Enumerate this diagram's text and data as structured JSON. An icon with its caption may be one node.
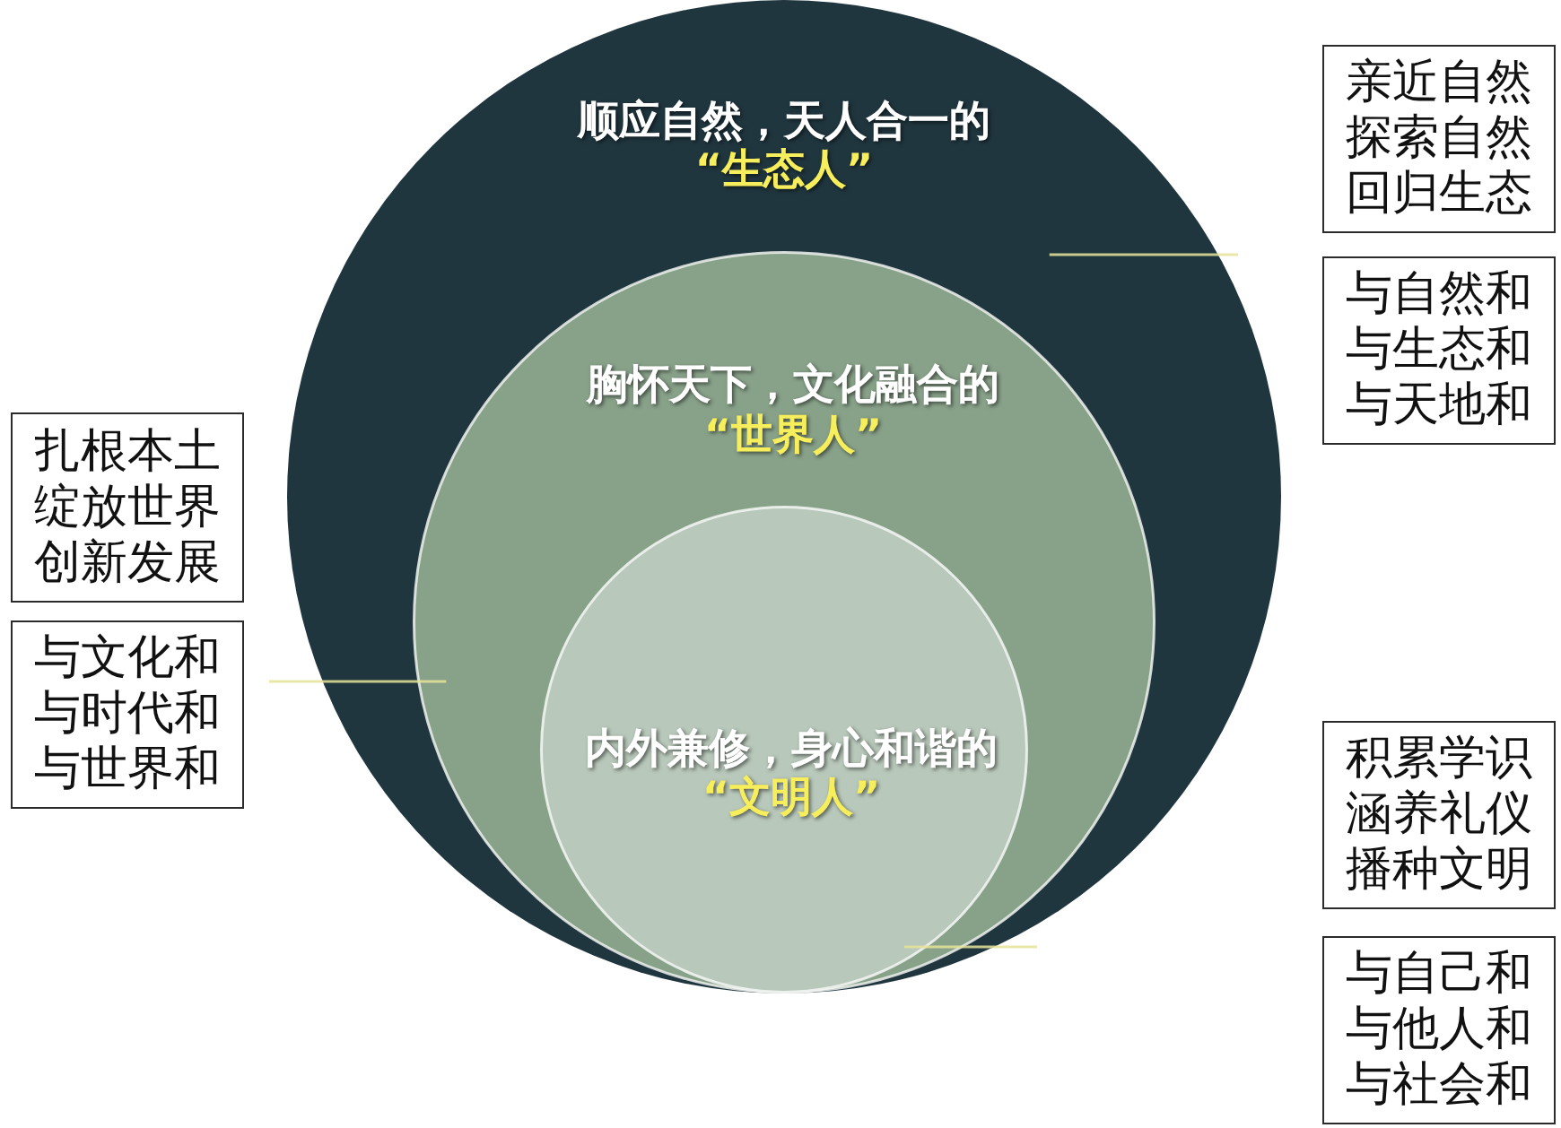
{
  "diagram": {
    "nodes": [
      {
        "text": [
          "顺应自然，天人合一的",
          "“生态人”"
        ]
      },
      {
        "text": [
          "胸怀天下，文化融合的",
          "“世界人”"
        ],
        "in": 0
      },
      {
        "text": [
          "内外兼修，身心和谐的",
          "“文明人”"
        ],
        "in": 1
      },
      {
        "text": [
          "亲近自然探索自然回归生态"
        ]
      },
      {
        "text": [
          "与自然和与生态和与天地和"
        ]
      },
      {
        "text": [
          "扎根本土绽放世界创新发展"
        ]
      },
      {
        "text": [
          "与文化和与时代和与世界和"
        ]
      },
      {
        "text": [
          "积累学识涵养礼仪播种文明"
        ]
      },
      {
        "text": [
          "与自己和与他人和与社会和"
        ]
      }
    ],
    "edges": [
      {
        "from": null,
        "to": 0,
        "arrow": "none"
      },
      {
        "from": null,
        "to": 1,
        "arrow": "none"
      },
      {
        "from": null,
        "to": 2,
        "arrow": "none"
      }
    ]
  }
}
